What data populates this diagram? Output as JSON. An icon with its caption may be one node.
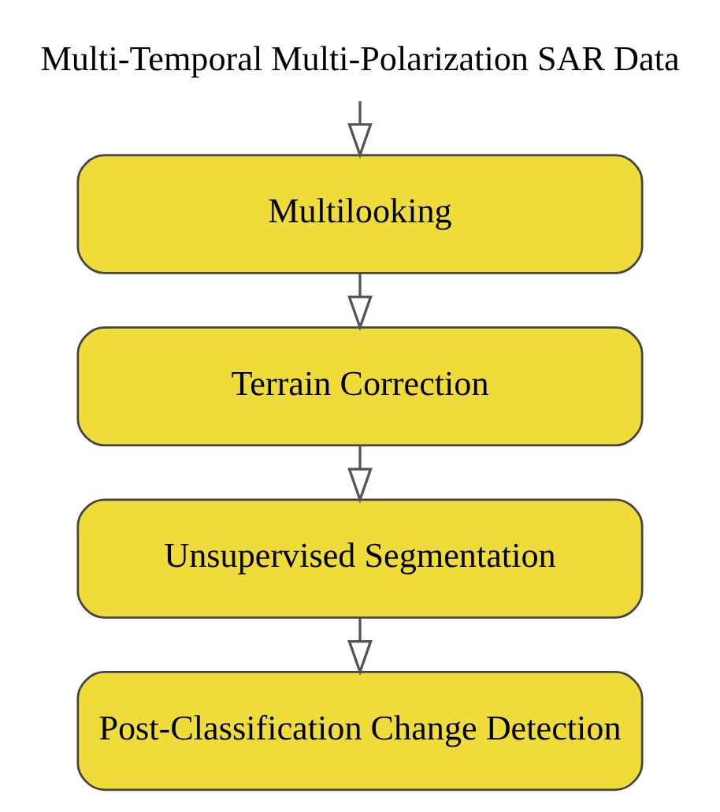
{
  "diagram": {
    "nodes": [
      {
        "text": [
          "Multi-Temporal Multi-Polarization SAR Data"
        ]
      },
      {
        "text": [
          "Multilooking"
        ]
      },
      {
        "text": [
          "Terrain Correction"
        ]
      },
      {
        "text": [
          "Unsupervised Segmentation"
        ]
      },
      {
        "text": [
          "Post-Classification Change Detection"
        ]
      }
    ],
    "edges": [
      {
        "from": 0,
        "to": 1,
        "arrow": "to"
      },
      {
        "from": 1,
        "to": 2,
        "arrow": "to"
      },
      {
        "from": 2,
        "to": 3,
        "arrow": "to"
      },
      {
        "from": 3,
        "to": 4,
        "arrow": "to"
      }
    ]
  }
}
